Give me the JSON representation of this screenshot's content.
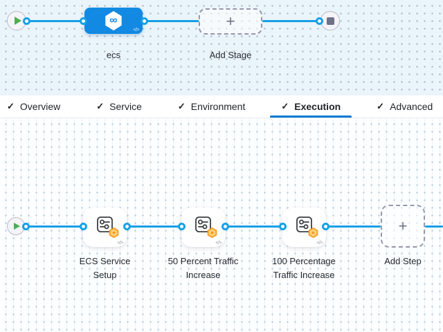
{
  "icons": {
    "check": "✓",
    "plus": "+",
    "code": "</>",
    "infinity": "∞"
  },
  "colors": {
    "connector_blue": "#14A0E6",
    "stage_node_blue": "#1289E2",
    "active_tab_underline": "#0278D5",
    "step_badge_orange": "#F59B23",
    "play_green": "#4CAF50",
    "stop_gray": "#6F718A"
  },
  "stage_canvas": {
    "stage_label": "ecs",
    "add_stage_label": "Add Stage"
  },
  "tab_bar": {
    "active_tab": "Execution",
    "tabs": [
      {
        "label": "Overview"
      },
      {
        "label": "Service"
      },
      {
        "label": "Environment"
      },
      {
        "label": "Execution"
      },
      {
        "label": "Advanced"
      }
    ]
  },
  "execution_canvas": {
    "step_labels": [
      "ECS Service Setup",
      "50 Percent Traffic Increase",
      "100 Percentage Traffic Increase"
    ],
    "add_step_label": "Add Step"
  }
}
